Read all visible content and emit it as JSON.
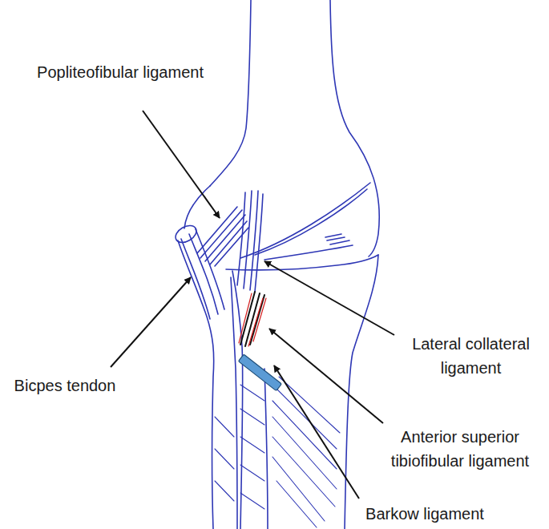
{
  "diagram": {
    "labels": [
      "Popliteofibular ligament",
      "Bicpes tendon",
      "Lateral collateral ligament",
      "Anterior superior tibiofibular ligament",
      "Barkow ligament"
    ]
  }
}
